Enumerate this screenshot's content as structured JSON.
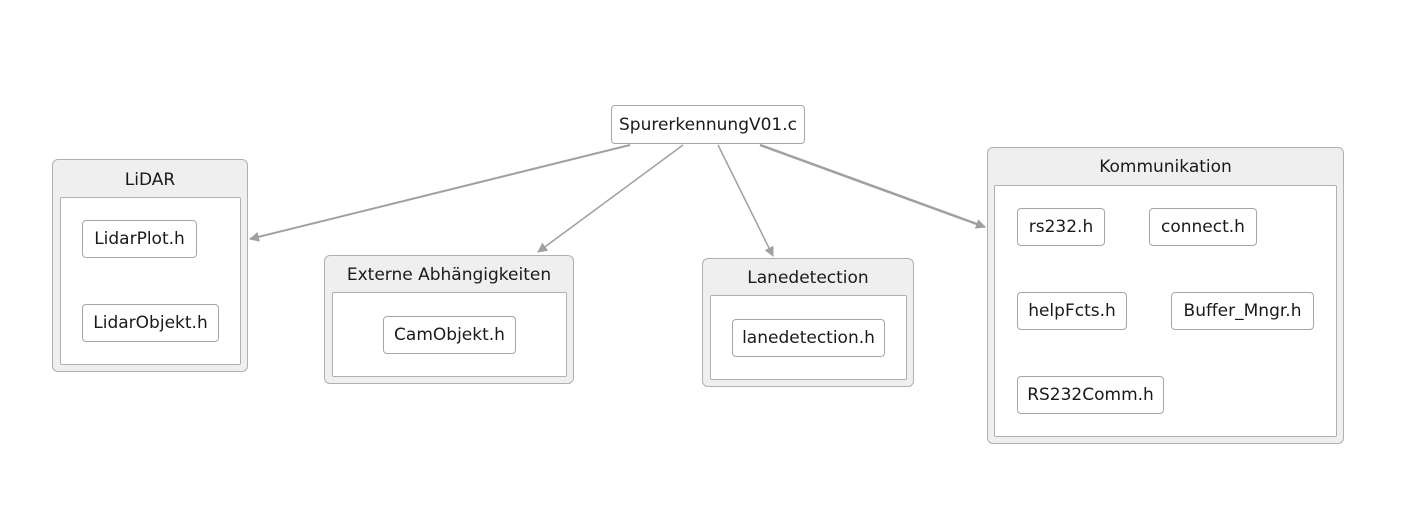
{
  "root": {
    "label": "SpurerkennungV01.c"
  },
  "groups": {
    "lidar": {
      "title": "LiDAR",
      "nodes": [
        "LidarPlot.h",
        "LidarObjekt.h"
      ]
    },
    "externe": {
      "title": "Externe Abhängigkeiten",
      "nodes": [
        "CamObjekt.h"
      ]
    },
    "lanedetection": {
      "title": "Lanedetection",
      "nodes": [
        "lanedetection.h"
      ]
    },
    "kommunikation": {
      "title": "Kommunikation",
      "nodes": [
        "rs232.h",
        "connect.h",
        "helpFcts.h",
        "Buffer_Mngr.h",
        "RS232Comm.h"
      ]
    }
  },
  "edges": [
    {
      "from": "SpurerkennungV01.c",
      "to": "LiDAR"
    },
    {
      "from": "SpurerkennungV01.c",
      "to": "Externe Abhängigkeiten"
    },
    {
      "from": "SpurerkennungV01.c",
      "to": "Lanedetection"
    },
    {
      "from": "SpurerkennungV01.c",
      "to": "Kommunikation"
    }
  ],
  "colors": {
    "edge": "#a0a0a0",
    "border": "#a6a6a6",
    "group_fill": "#efefef"
  }
}
